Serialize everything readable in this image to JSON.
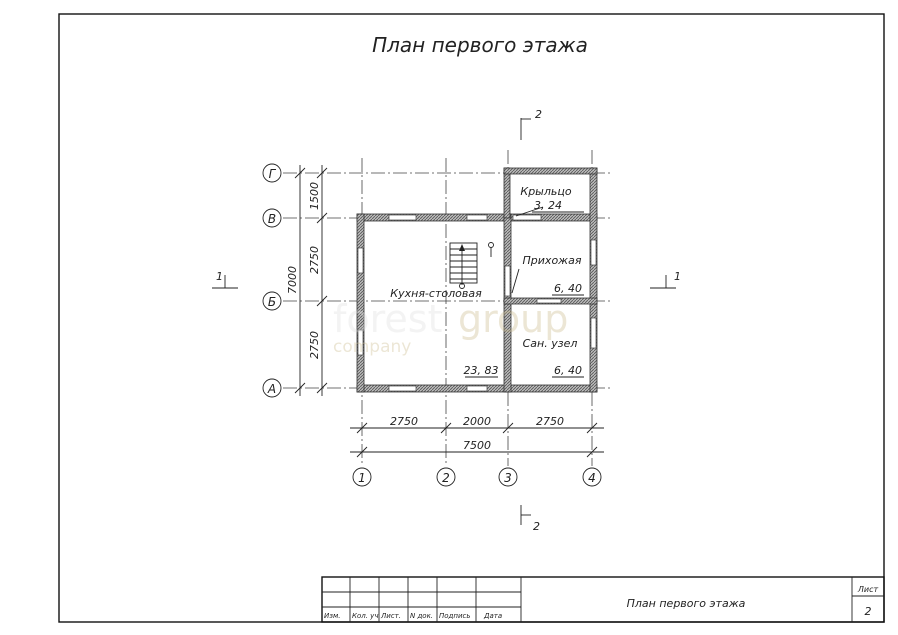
{
  "title": "План первого этажа",
  "axes_rows": [
    "Г",
    "В",
    "Б",
    "А"
  ],
  "axes_cols": [
    "1",
    "2",
    "3",
    "4"
  ],
  "dims_vertical": {
    "d1": "1500",
    "d2": "2750",
    "d3": "2750",
    "total": "7000"
  },
  "dims_horizontal": {
    "d1": "2750",
    "d2": "2000",
    "d3": "2750",
    "total": "7500"
  },
  "section_marks": {
    "s2": "2",
    "s1": "1"
  },
  "rooms": [
    {
      "name": "Кухня-столовая",
      "area": "23, 83"
    },
    {
      "name": "Крыльцо",
      "area": "3, 24"
    },
    {
      "name": "Прихожая",
      "area": "6, 40"
    },
    {
      "name": "Сан. узел",
      "area": "6, 40"
    }
  ],
  "watermark": {
    "brand1": "forest",
    "brand2": "group",
    "sub": "company"
  },
  "title_block": {
    "headers": [
      "Изм.",
      "Кол. уч",
      "Лист.",
      "N док.",
      "Подпись",
      "Дата"
    ],
    "name": "План первого этажа",
    "sheet_label": "Лист",
    "sheet_number": "2"
  }
}
